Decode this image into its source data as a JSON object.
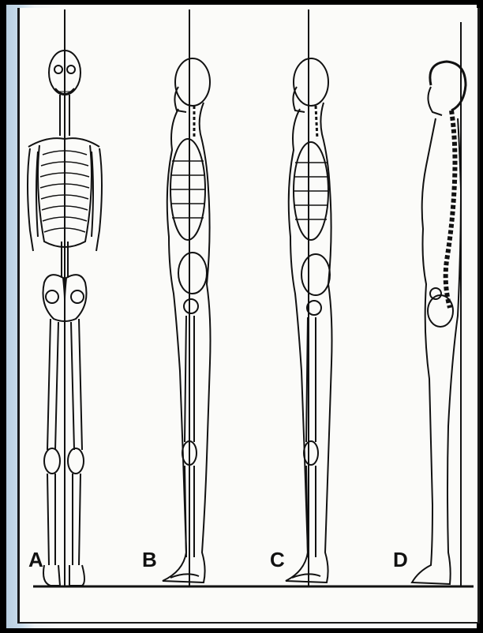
{
  "figure": {
    "labels": [
      "A",
      "B",
      "C",
      "D"
    ],
    "colors": {
      "ink": "#111111",
      "paper": "#fbfbf9",
      "frame": "#000000",
      "accent": "#c9dceb"
    }
  }
}
